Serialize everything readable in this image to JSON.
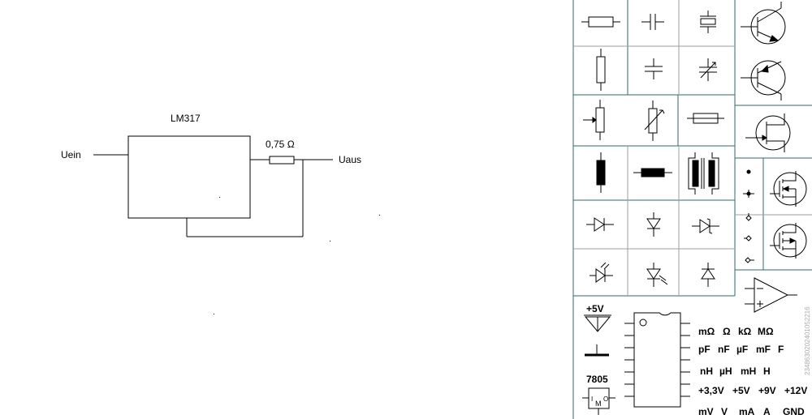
{
  "circuit": {
    "regulator_label": "LM317",
    "resistor_label": "0,75 Ω",
    "input_label": "Uein",
    "output_label": "Uaus"
  },
  "palette": {
    "supply_label": "+5V",
    "regulator_label": "7805",
    "regulator_pin_labels": [
      "I",
      "M",
      "O"
    ],
    "unit_rows": [
      [
        "mΩ",
        "Ω",
        "kΩ",
        "MΩ"
      ],
      [
        "pF",
        "nF",
        "µF",
        "mF",
        "F"
      ],
      [
        "nH",
        "µH",
        "mH",
        "H"
      ],
      [
        "+3,3V",
        "+5V",
        "+9V",
        "+12V"
      ],
      [
        "mV",
        "V",
        "mA",
        "A",
        "GND"
      ]
    ],
    "watermark": "2348630202401052216"
  },
  "colors": {
    "grid_line": "#336a6a",
    "cell_line": "#9aa0a0",
    "ink": "#000000"
  }
}
